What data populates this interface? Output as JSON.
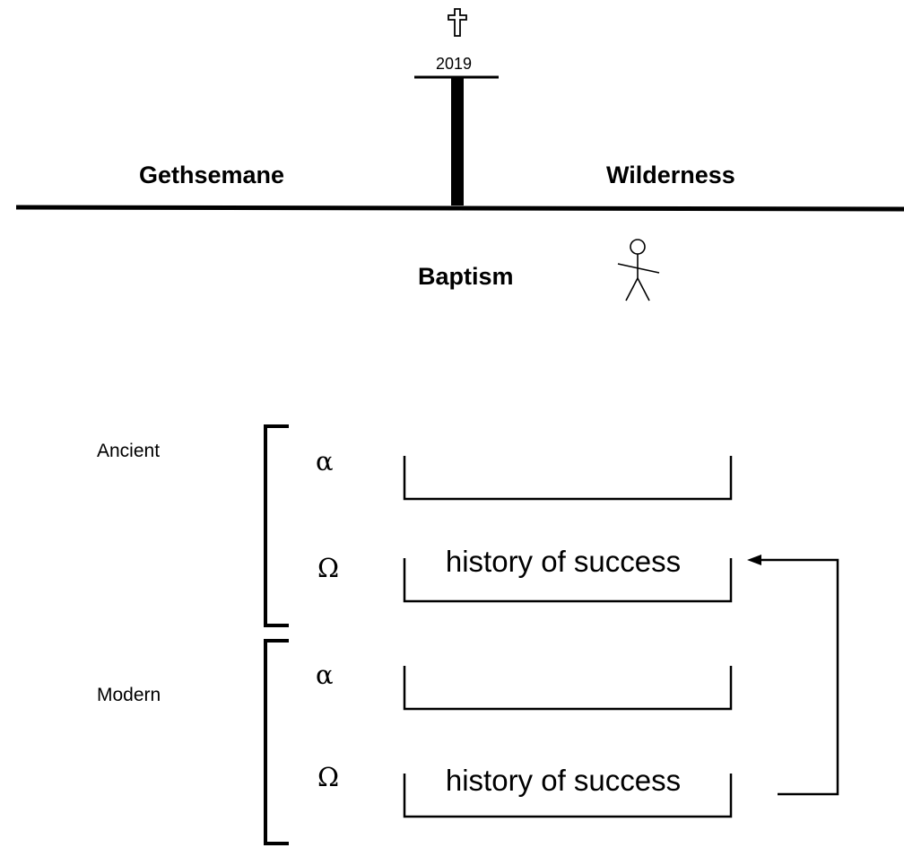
{
  "timeline": {
    "year": "2019",
    "left_label": "Gethsemane",
    "right_label": "Wilderness",
    "below_label": "Baptism",
    "cross_icon": "cross-icon",
    "figure_icon": "stick-figure-icon"
  },
  "groups": [
    {
      "label": "Ancient",
      "rows": [
        {
          "symbol": "α",
          "text": ""
        },
        {
          "symbol": "Ω",
          "text": "history of success"
        }
      ]
    },
    {
      "label": "Modern",
      "rows": [
        {
          "symbol": "α",
          "text": ""
        },
        {
          "symbol": "Ω",
          "text": "history of success"
        }
      ]
    }
  ],
  "colors": {
    "line": "#000000",
    "background": "#ffffff"
  }
}
